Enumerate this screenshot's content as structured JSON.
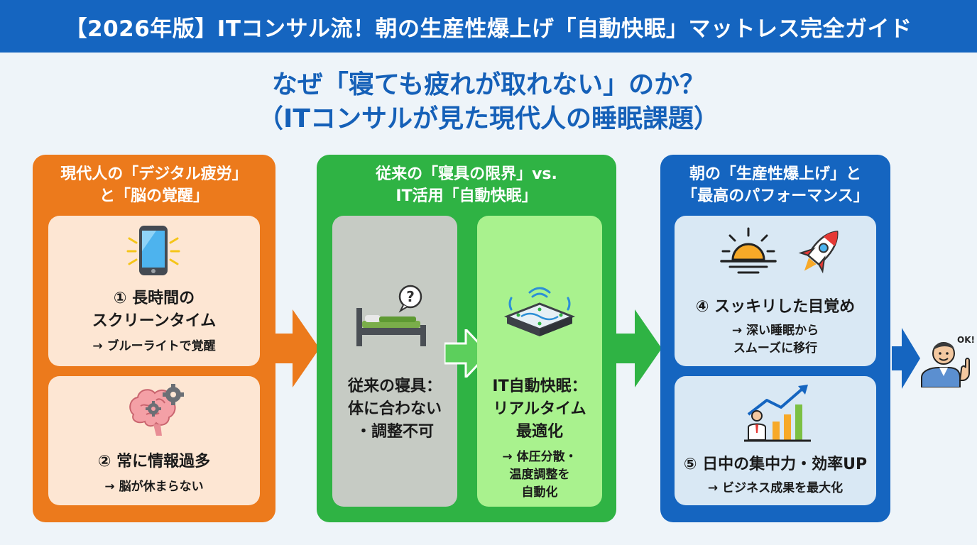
{
  "header": {
    "title": "【2026年版】ITコンサル流！朝の生産性爆上げ「自動快眠」マットレス完全ガイド"
  },
  "subtitle": {
    "line1": "なぜ「寝ても疲れが取れない」のか？",
    "line2": "（ITコンサルが見た現代人の睡眠課題）"
  },
  "panel_left": {
    "title_line1": "現代人の「デジタル疲労」",
    "title_line2": "と「脳の覚醒」",
    "card1": {
      "title_line1": "① 長時間の",
      "title_line2": "スクリーンタイム",
      "note": "→ ブルーライトで覚醒"
    },
    "card2": {
      "title": "② 常に情報過多",
      "note": "→ 脳が休まらない"
    }
  },
  "panel_middle": {
    "title_line1": "従来の「寝具の限界」vs.",
    "title_line2": "IT活用「自動快眠」",
    "card_old": {
      "line1": "従来の寝具：",
      "line2": "体に合わない",
      "line3": "・調整不可"
    },
    "card_new": {
      "line1": "IT自動快眠：",
      "line2": "リアルタイム",
      "line3": "最適化",
      "note1": "→ 体圧分散・",
      "note2": "温度調整を",
      "note3": "自動化"
    }
  },
  "panel_right": {
    "title_line1": "朝の「生産性爆上げ」と",
    "title_line2": "「最高のパフォーマンス」",
    "card4": {
      "title": "④ スッキリした目覚め",
      "note1": "→ 深い睡眠から",
      "note2": "スムーズに移行"
    },
    "card5": {
      "title": "⑤ 日中の集中力・効率UP",
      "note": "→ ビジネス成果を最大化"
    }
  },
  "person": {
    "speech": "OK!"
  },
  "colors": {
    "header_bg": "#1565c0",
    "subtitle": "#1560b8",
    "orange": "#ec7a1c",
    "green": "#2fb344",
    "blue": "#1565c0"
  },
  "icons": [
    "smartphone-icon",
    "brain-gear-icon",
    "bed-question-icon",
    "smart-mattress-icon",
    "sunrise-icon",
    "rocket-icon",
    "growth-chart-icon",
    "businessman-icon"
  ]
}
